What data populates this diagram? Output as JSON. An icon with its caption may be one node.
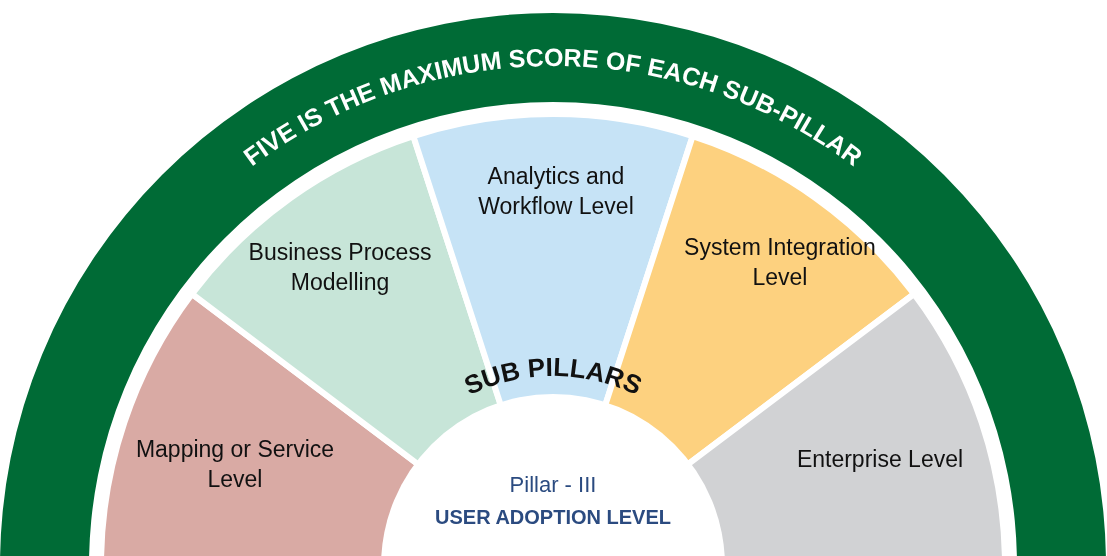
{
  "diagram": {
    "nodes": [
      {
        "text": [
          "FIVE IS THE MAXIMUM SCORE OF EACH SUB-PILLAR"
        ]
      },
      {
        "text": [
          "Mapping or Service Level"
        ]
      },
      {
        "text": [
          "Business Process Modelling"
        ]
      },
      {
        "text": [
          "Analytics and Workflow Level"
        ]
      },
      {
        "text": [
          "System Integration Level"
        ]
      },
      {
        "text": [
          "Enterprise Level"
        ]
      },
      {
        "text": [
          "Pillar - III",
          "USER ADOPTION LEVEL"
        ]
      }
    ],
    "labels": [
      "SUB PILLARS"
    ]
  }
}
